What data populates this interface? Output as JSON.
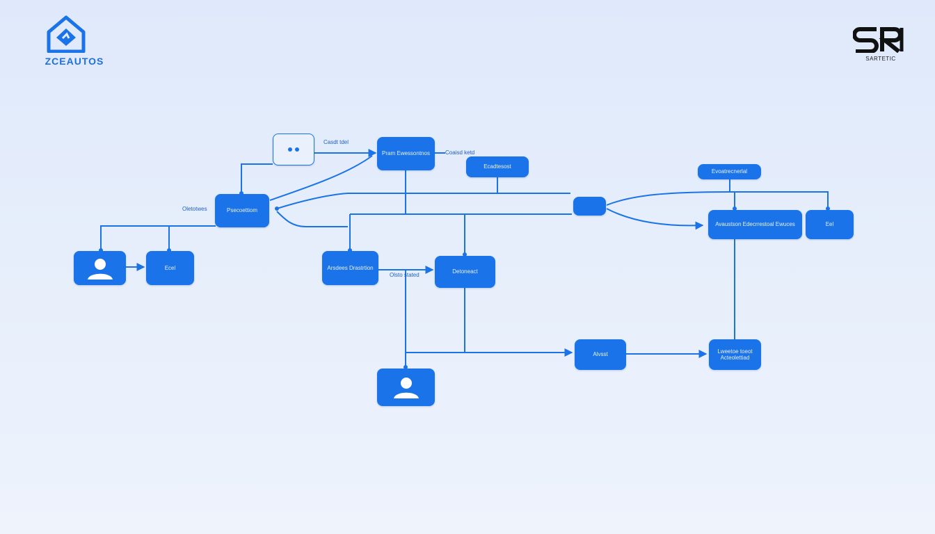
{
  "brand_left": {
    "wordmark": "ZCEAUTOS",
    "icon": "house-logo-icon"
  },
  "brand_right": {
    "wordmark": "SARTETIC",
    "icon": "sr-logo-icon"
  },
  "colors": {
    "node_fill": "#1a73e8",
    "line": "#1a73e8",
    "background": "#e3ecfb"
  },
  "nodes": {
    "dots_box": {
      "label": "",
      "icon": "dots-icon"
    },
    "top_center": {
      "label": "Pram Ewessontnos"
    },
    "top_right_small": {
      "label": "Ecadtesost"
    },
    "left_mid": {
      "label": "Psecoettiom"
    },
    "user_left": {
      "label": "",
      "icon": "user-icon"
    },
    "left_small": {
      "label": "Ecel"
    },
    "center_left": {
      "label": "Arsdees Drastrtion"
    },
    "center": {
      "label": "Detoneact"
    },
    "tiny_pill": {
      "label": ""
    },
    "right_top_pill": {
      "label": "Evoatrecnerlal"
    },
    "right_wide": {
      "label": "Avaustson Edecrrestoal Ewuces"
    },
    "right_small": {
      "label": "Eel"
    },
    "user_bottom": {
      "label": "",
      "icon": "user-icon"
    },
    "bottom_mid": {
      "label": "Alvsst"
    },
    "bottom_right": {
      "label": "Lweetoe toeot Acteolettiad"
    }
  },
  "edge_labels": {
    "dots_to_top": "Casdt tdel",
    "top_to_right": "Coaisd ketd",
    "into_left_mid": "Oletotwes",
    "between_center": "Olsto stated"
  }
}
